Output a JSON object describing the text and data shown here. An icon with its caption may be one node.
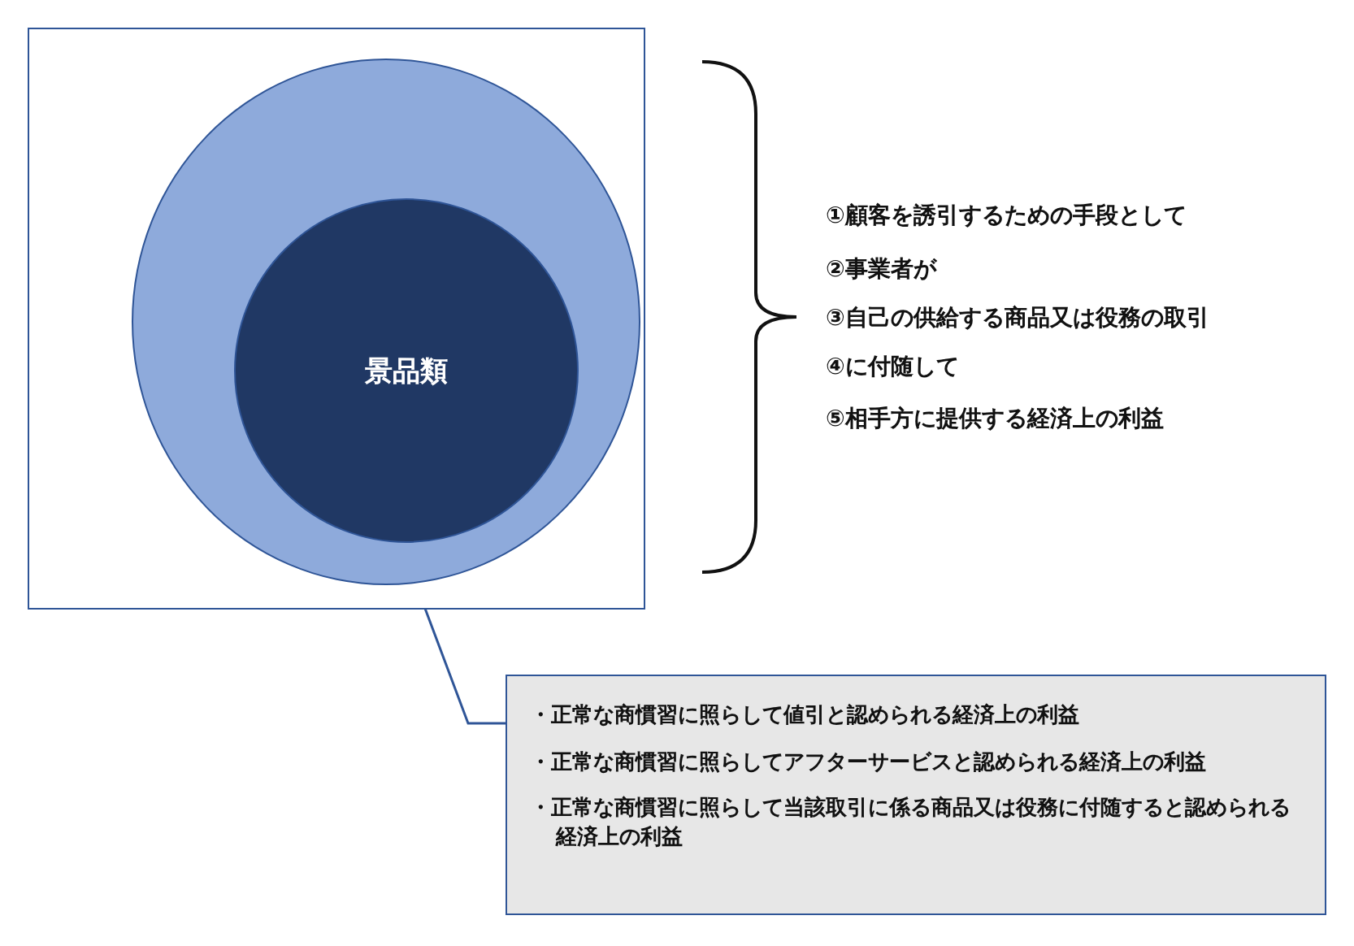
{
  "diagram": {
    "nodes": [
      {
        "text": [],
        "shape": "box"
      },
      {
        "text": [],
        "shape": "ellipse",
        "in": 0
      },
      {
        "text": [
          "景品類"
        ],
        "in": 1
      },
      {
        "text": [
          "・正常な商慣習に照らして値引と認められる経済上の利益",
          "・正常な商慣習に照らしてアフターサービスと認められる経済上の利益",
          "・正常な商慣習に照らして当該取引に係る商品又は役務に付随すると認められる経済上の利益"
        ]
      }
    ],
    "edges": [
      {
        "from": 3,
        "to": 1,
        "arrow": "none"
      }
    ],
    "labels": [
      "①顧客を誘引するための手段として",
      "②事業者が",
      "③自己の供給する商品又は役務の取引",
      "④に付随して",
      "⑤相手方に提供する経済上の利益"
    ]
  }
}
